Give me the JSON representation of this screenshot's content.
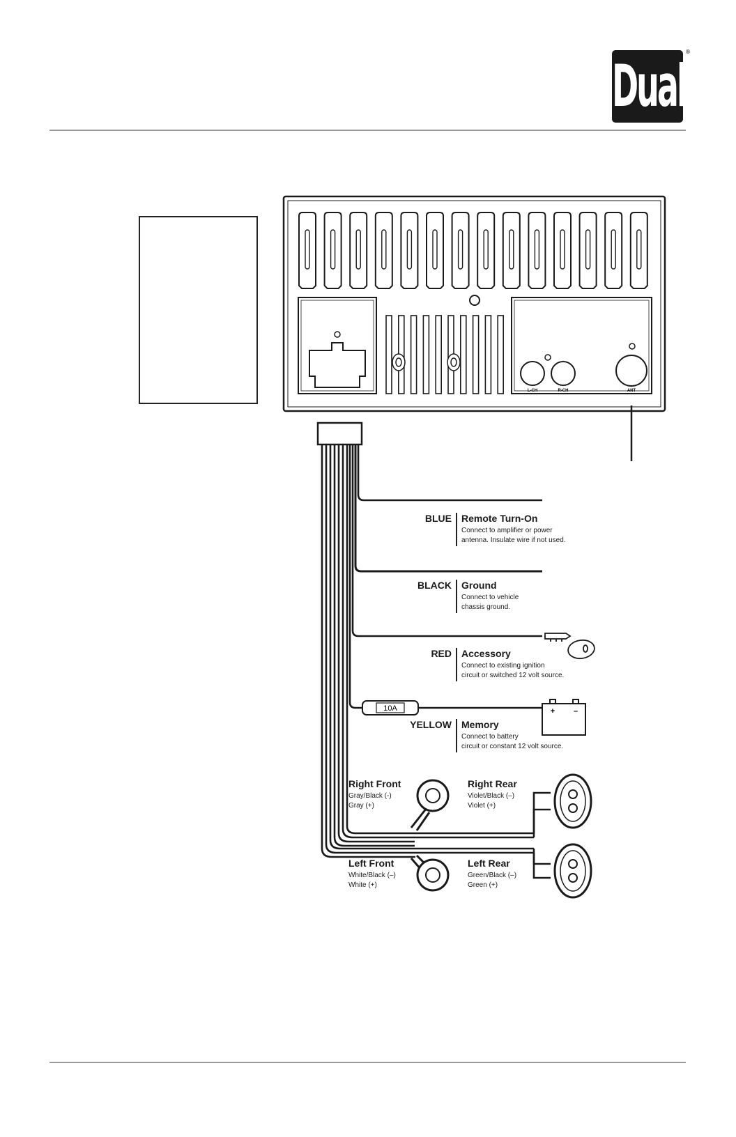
{
  "brand": {
    "logo_text": "Dual",
    "registered_mark": "®"
  },
  "head_unit": {
    "jacks": [
      {
        "label": "L-CH",
        "icon": "rca-jack-icon"
      },
      {
        "label": "R-CH",
        "icon": "rca-jack-icon"
      },
      {
        "label": "ANT",
        "icon": "antenna-jack-icon"
      }
    ]
  },
  "wires": [
    {
      "color_name": "BLUE",
      "function": "Remote Turn-On",
      "description": "Connect to amplifier or power\nantenna. Insulate wire if not used."
    },
    {
      "color_name": "BLACK",
      "function": "Ground",
      "description": "Connect to vehicle\nchassis ground."
    },
    {
      "color_name": "RED",
      "function": "Accessory",
      "description": "Connect to existing ignition\ncircuit or switched 12 volt source.",
      "icon": "ignition-key-icon"
    },
    {
      "color_name": "YELLOW",
      "function": "Memory",
      "description": "Connect to battery\ncircuit or constant 12 volt source.",
      "icon": "battery-icon",
      "fuse_label": "10A"
    }
  ],
  "battery": {
    "plus": "+",
    "minus": "–"
  },
  "speakers": [
    {
      "title": "Right Front",
      "negative": "Gray/Black (-)",
      "positive": "Gray (+)"
    },
    {
      "title": "Right Rear",
      "negative": "Violet/Black (–)",
      "positive": "Violet (+)"
    },
    {
      "title": "Left Front",
      "negative": "White/Black (–)",
      "positive": "White (+)"
    },
    {
      "title": "Left Rear",
      "negative": "Green/Black (–)",
      "positive": "Green (+)"
    }
  ]
}
